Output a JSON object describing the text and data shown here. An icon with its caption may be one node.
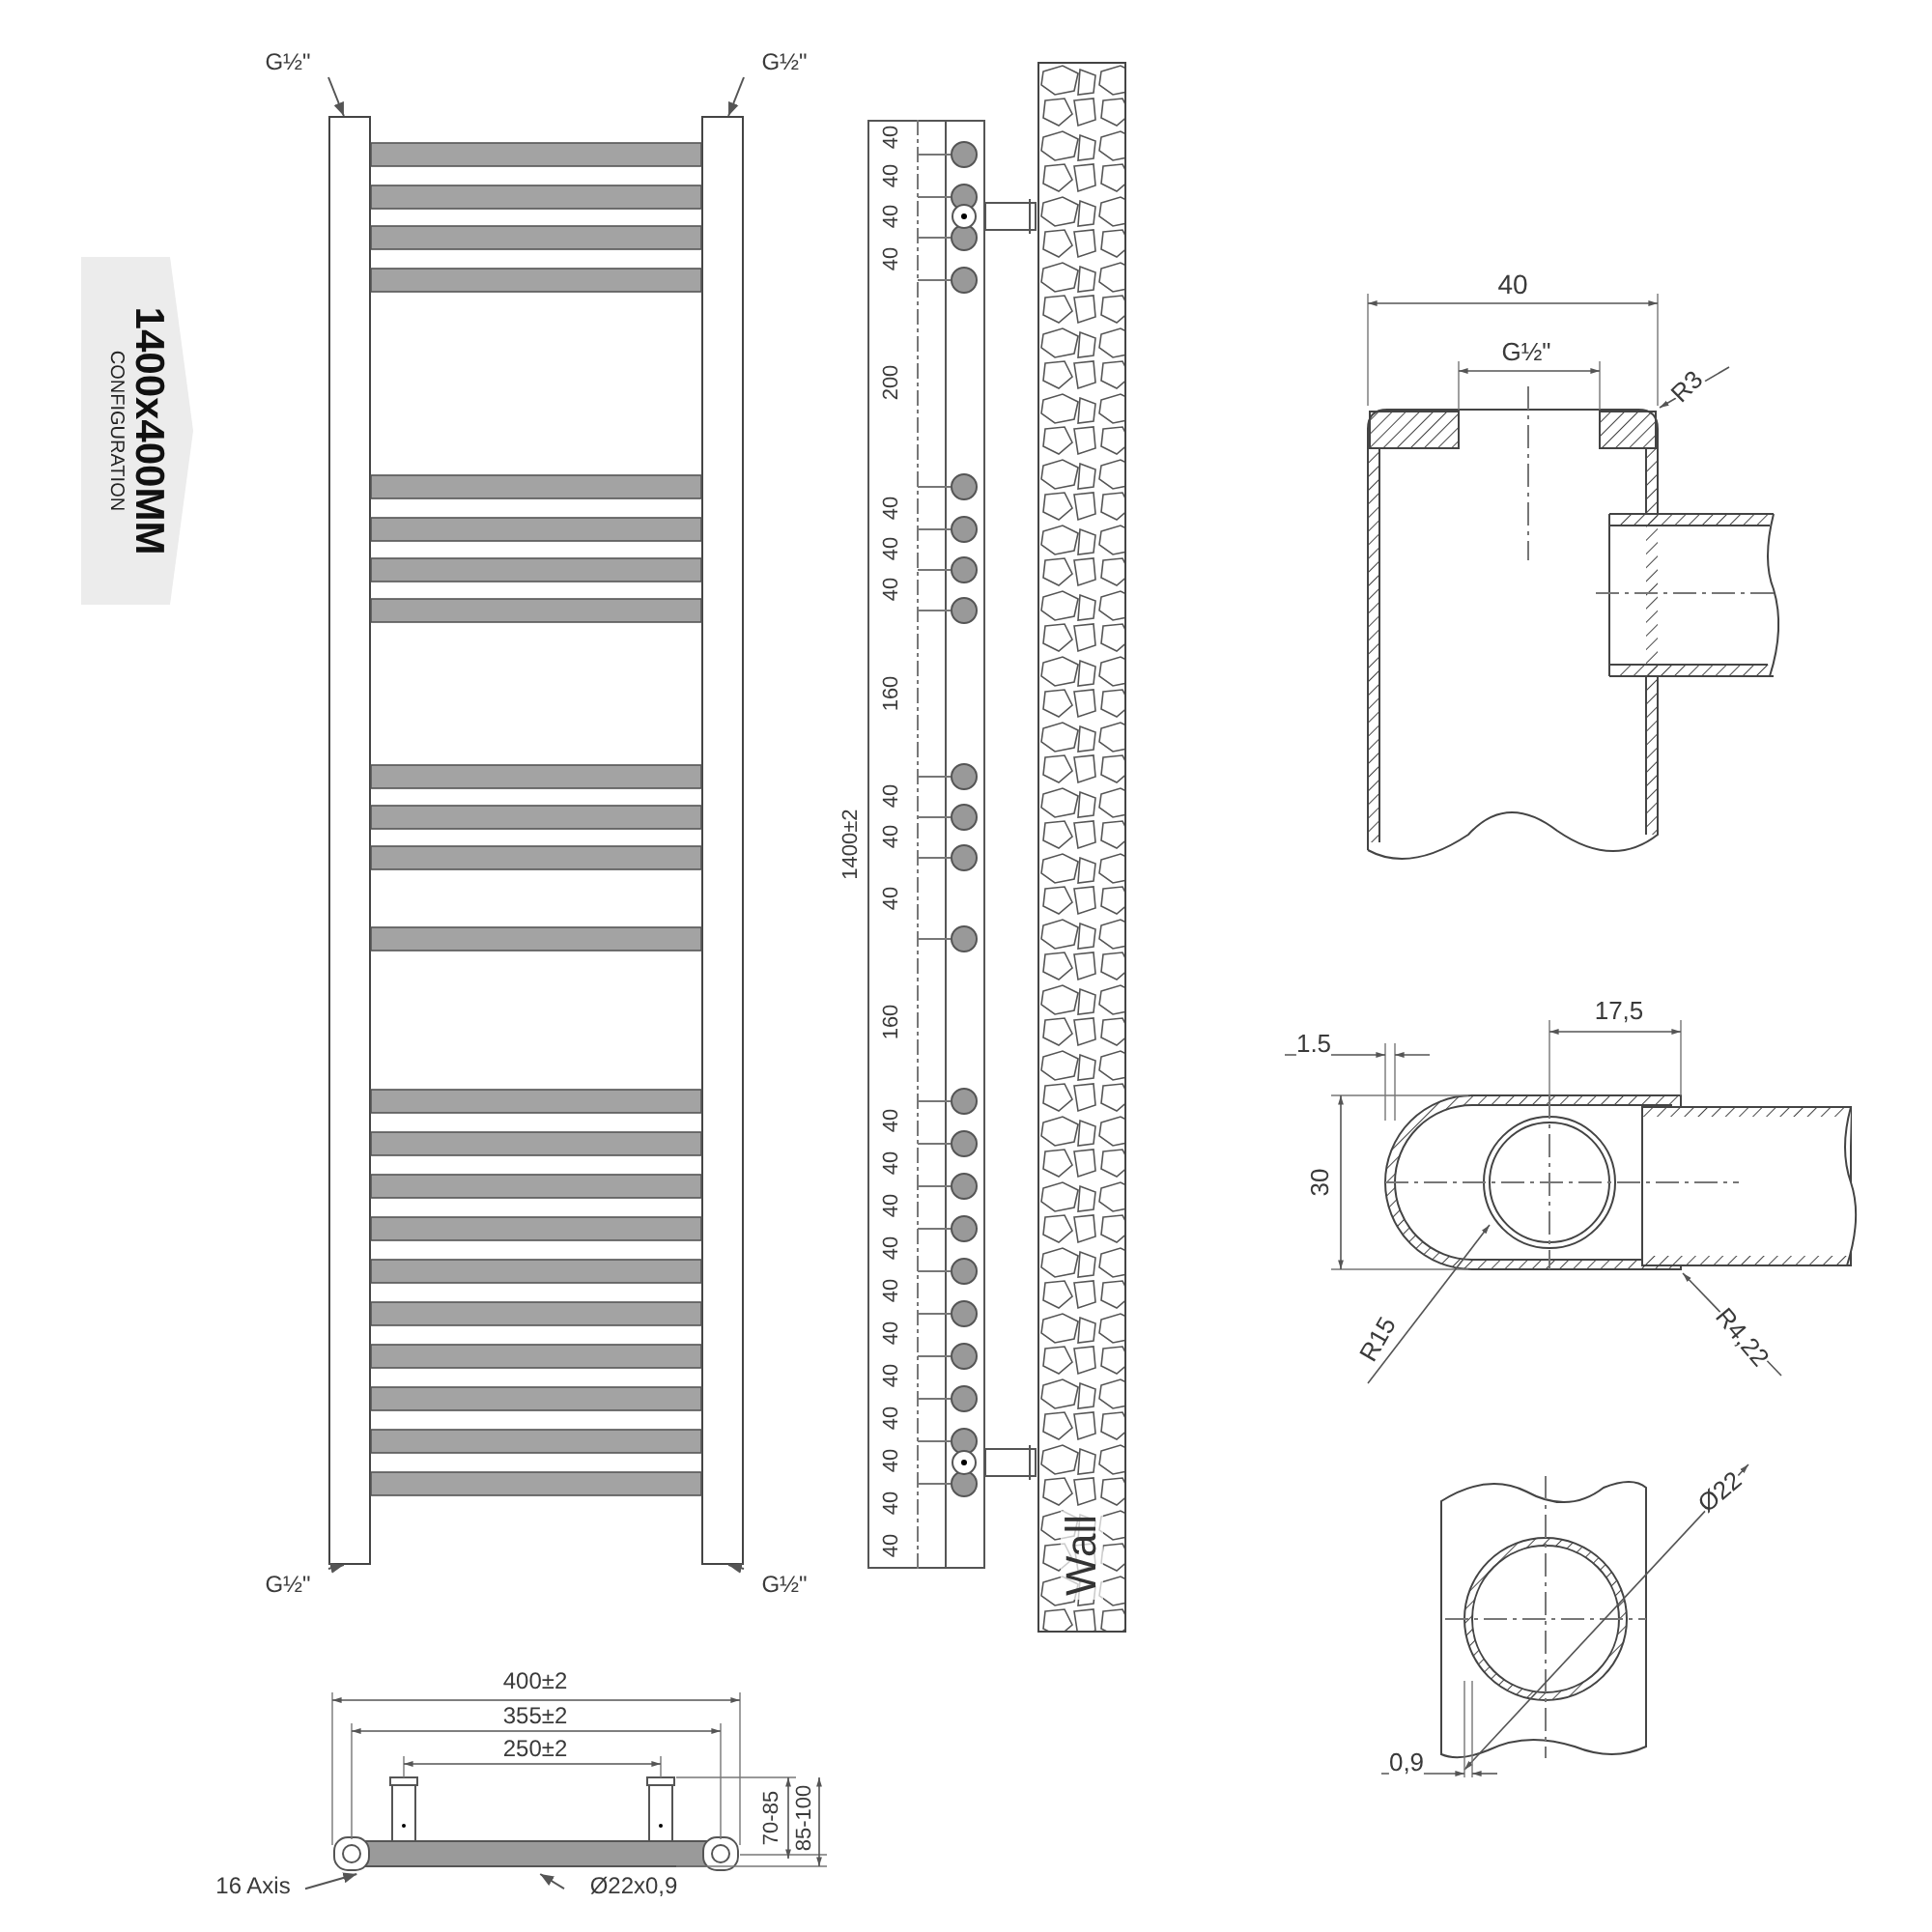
{
  "diagram": {
    "nodes": [
      {
        "text": [
          "1400x400MM",
          "CONFIGURATION"
        ]
      },
      {
        "text": [
          "G½\""
        ]
      },
      {
        "text": [
          "G½\""
        ]
      },
      {
        "text": [],
        "shape": "picture"
      },
      {
        "text": [
          "G½\""
        ]
      },
      {
        "text": [
          "G½\""
        ]
      },
      {
        "text": [],
        "shape": "picture"
      },
      {
        "text": [
          "Wall"
        ]
      },
      {
        "text": [],
        "shape": "picture"
      },
      {
        "text": [
          "16 Axis"
        ]
      },
      {
        "text": [
          "Ø22x0,9"
        ]
      },
      {
        "text": [],
        "shape": "picture"
      },
      {
        "text": [],
        "shape": "picture"
      },
      {
        "text": [],
        "shape": "picture"
      }
    ],
    "edges": [
      {
        "from": 1,
        "to": 3,
        "arrow": "to"
      },
      {
        "from": 2,
        "to": 3,
        "arrow": "to"
      },
      {
        "from": 4,
        "to": 3,
        "arrow": "to"
      },
      {
        "from": 5,
        "to": 3,
        "arrow": "to"
      },
      {
        "from": 9,
        "to": 8,
        "arrow": "to"
      },
      {
        "from": 10,
        "to": 8,
        "arrow": "to"
      }
    ],
    "labels": [
      "40",
      "40",
      "40",
      "40",
      "200",
      "40",
      "40",
      "40",
      "160",
      "40",
      "40",
      "40",
      "160",
      "40",
      "40",
      "40",
      "40",
      "40",
      "40",
      "40",
      "40",
      "40",
      "40",
      "40",
      "1400±2",
      "40",
      "G½\"",
      "R3",
      "1.5",
      "17,5",
      "30",
      "R15",
      "R4,22",
      "Ø22",
      "0,9",
      "400±2",
      "355±2",
      "250±2",
      "70-85",
      "85-100"
    ]
  }
}
